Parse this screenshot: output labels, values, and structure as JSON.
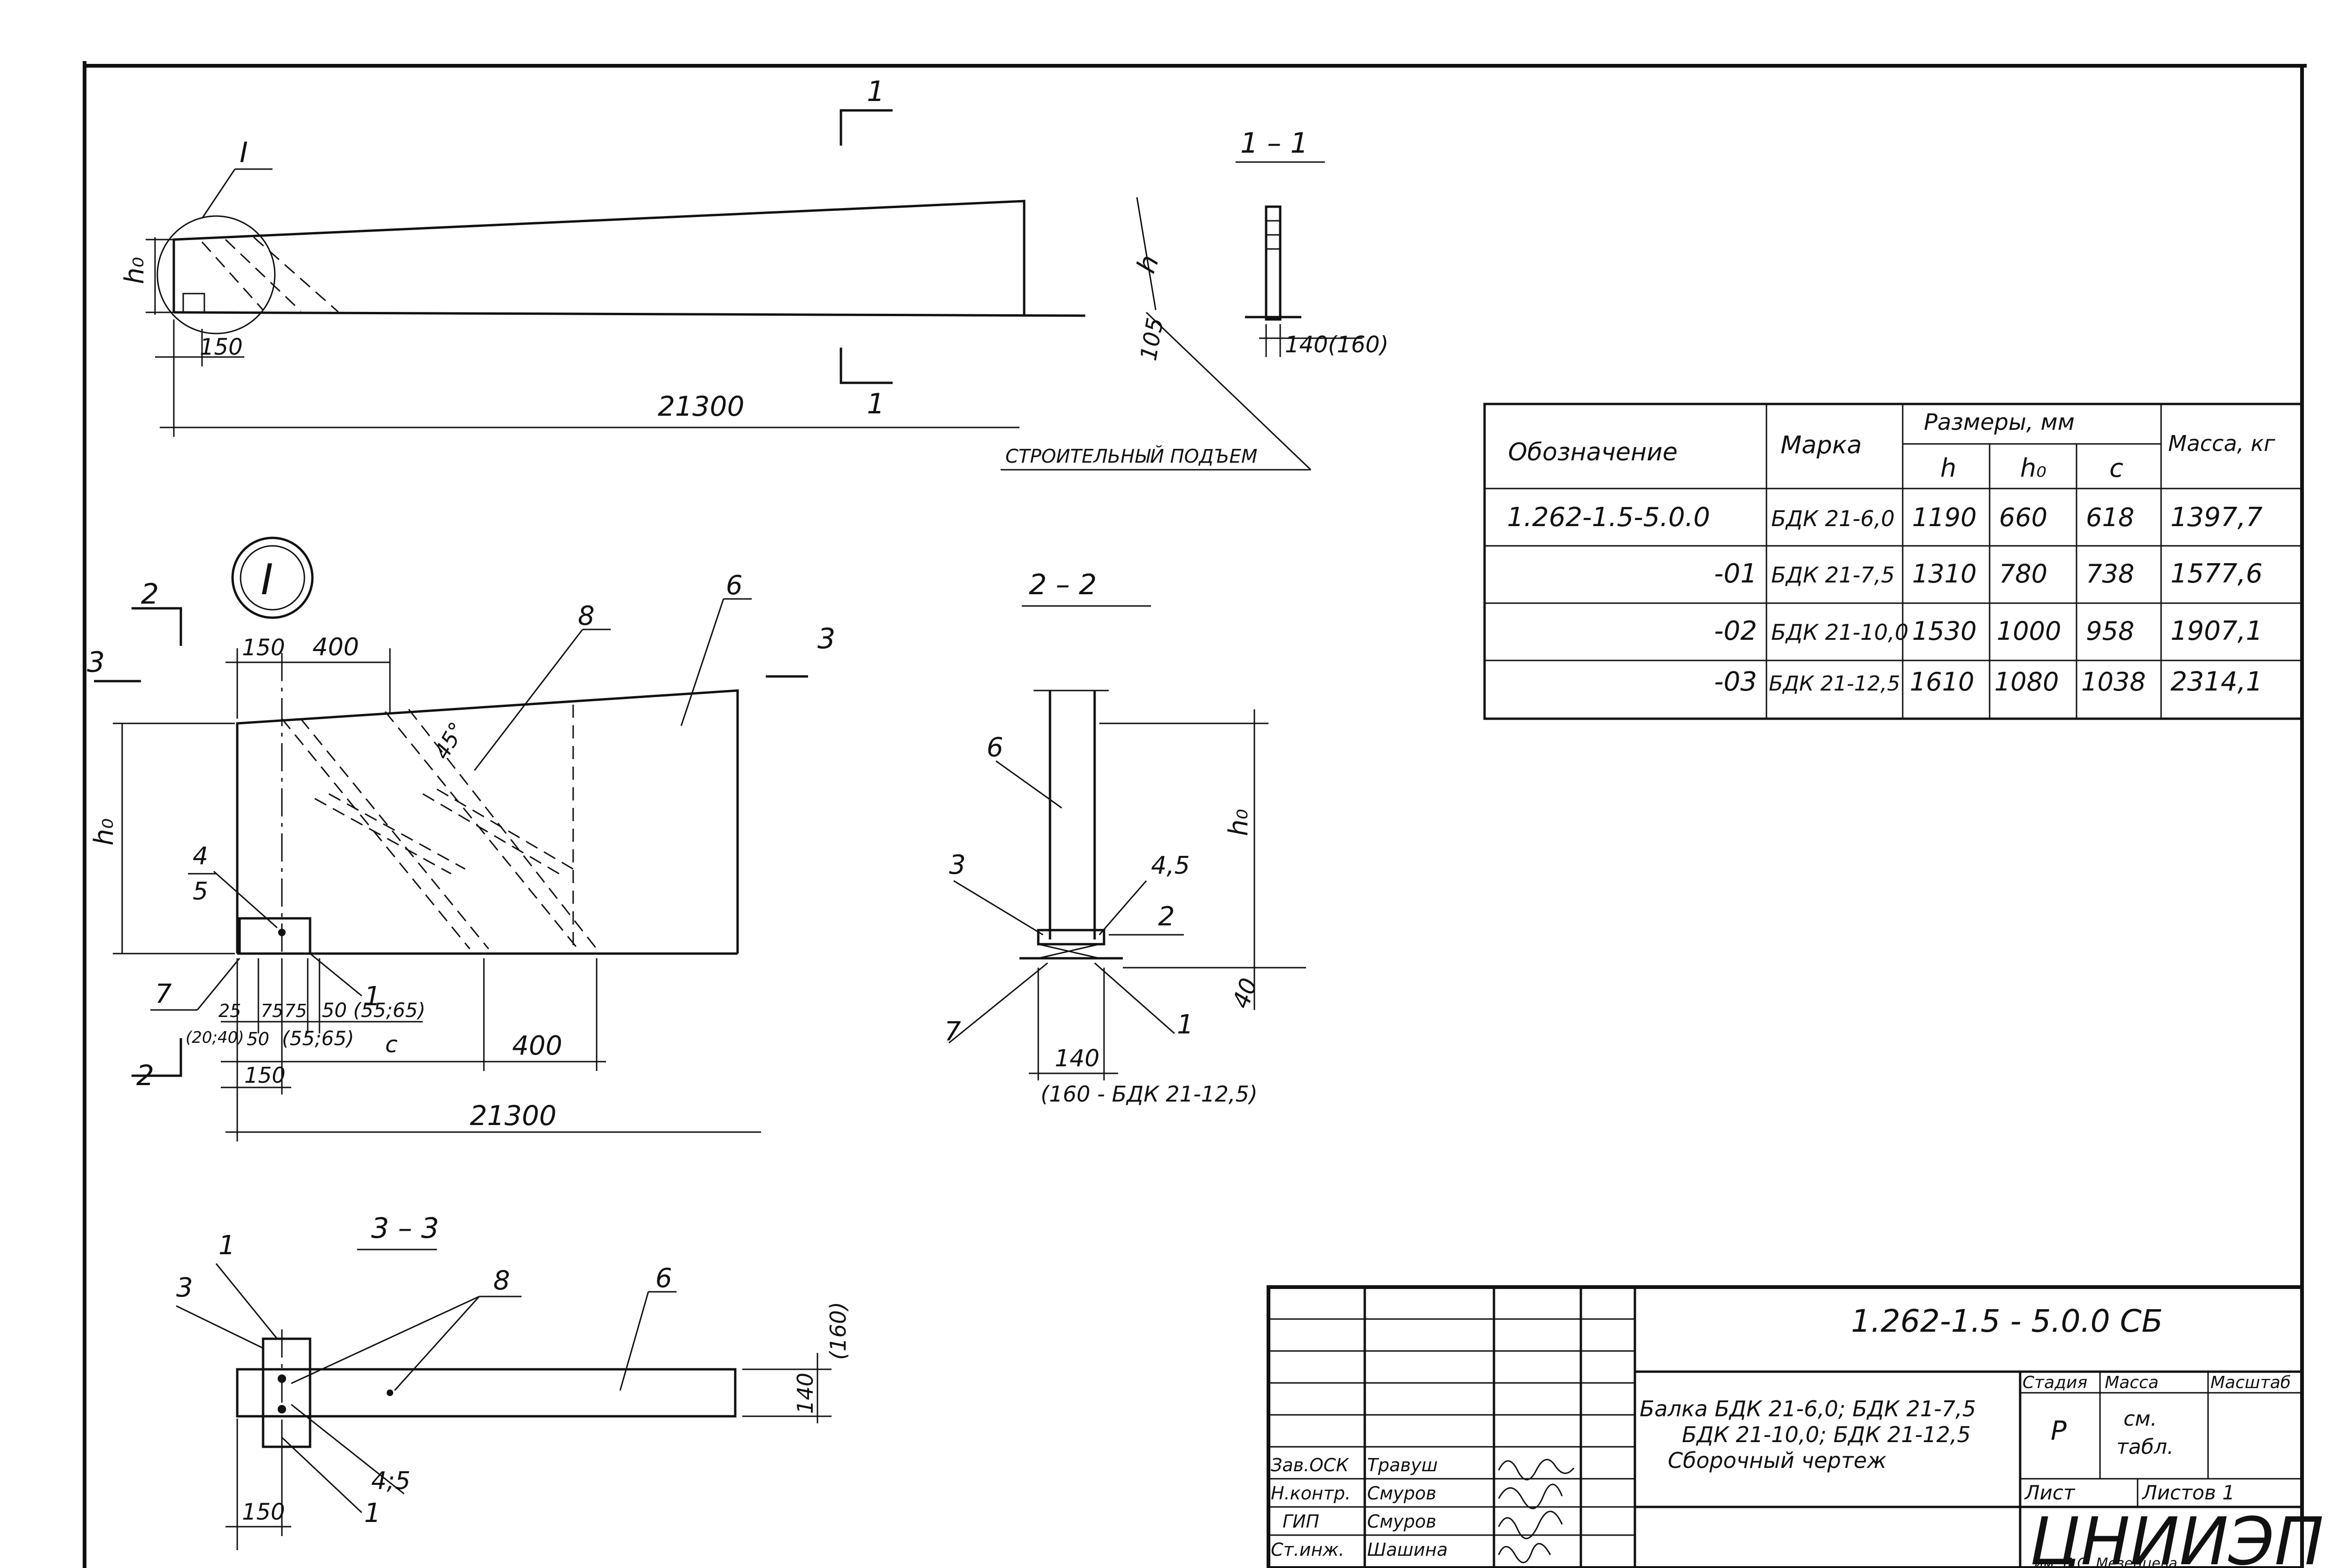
{
  "elevation": {
    "section_mark": "1",
    "callout": "I",
    "dim_ho": "h₀",
    "dim_h": "h",
    "dim_150": "150",
    "dim_105": "105",
    "dim_length": "21300",
    "camber_label": "СТРОИТЕЛЬНЫЙ ПОДЪЕМ"
  },
  "section_1_1": {
    "title": "1 – 1",
    "dim_width": "140(160)"
  },
  "detail_I": {
    "callout": "I",
    "section_mark_2": "2",
    "section_mark_3": "3",
    "dim_150": "150",
    "dim_400_top": "400",
    "dim_ho": "h₀",
    "angle": "45°",
    "label_4": "4",
    "label_5": "5",
    "label_6": "6",
    "label_7": "7",
    "label_8": "8",
    "label_1": "1",
    "bottom_dims": [
      "25",
      "75",
      "75",
      "50 (55;65)"
    ],
    "dim_20_40": "(20;40)",
    "dim_50": "50",
    "dim_55_65": "(55;65)",
    "dim_c": "c",
    "dim_400_bottom": "400",
    "dim_150_bottom": "150",
    "dim_length": "21300"
  },
  "section_2_2": {
    "title": "2 – 2",
    "label_6": "6",
    "label_3": "3",
    "label_45": "4,5",
    "label_2": "2",
    "label_7": "7",
    "label_1": "1",
    "dim_ho": "h₀",
    "dim_40": "40",
    "dim_140": "140",
    "note_160": "(160 - БДК 21-12,5)"
  },
  "section_3_3": {
    "title": "3 – 3",
    "label_1": "1",
    "label_3": "3",
    "label_8": "8",
    "label_6": "6",
    "label_45": "4;5",
    "label_1b": "1",
    "dim_150": "150",
    "dim_140": "140",
    "dim_160": "(160)"
  },
  "table": {
    "h_designation": "Обозначение",
    "h_mark": "Марка",
    "h_sizes": "Размеры, мм",
    "h_mass": "Масса, кг",
    "sub": [
      "h",
      "h₀",
      "c"
    ],
    "rows": [
      {
        "designation": "1.262-1.5-5.0.0",
        "mark": "БДК 21-6,0",
        "h": "1190",
        "ho": "660",
        "c": "618",
        "mass": "1397,7"
      },
      {
        "designation": "-01",
        "mark": "БДК 21-7,5",
        "h": "1310",
        "ho": "780",
        "c": "738",
        "mass": "1577,6"
      },
      {
        "designation": "-02",
        "mark": "БДК 21-10,0",
        "h": "1530",
        "ho": "1000",
        "c": "958",
        "mass": "1907,1"
      },
      {
        "designation": "-03",
        "mark": "БДК 21-12,5",
        "h": "1610",
        "ho": "1080",
        "c": "1038",
        "mass": "2314,1"
      }
    ]
  },
  "title_block": {
    "code": "1.262-1.5 - 5.0.0   СБ",
    "name_line1": "Балка БДК 21-6,0; БДК 21-7,5",
    "name_line2": "БДК 21-10,0; БДК 21-12,5",
    "name_line3": "Сборочный чертеж",
    "h_stage": "Стадия",
    "h_mass": "Масса",
    "h_scale": "Масштаб",
    "stage": "Р",
    "mass1": "см.",
    "mass2": "табл.",
    "sheet": "Лист",
    "sheets": "Листов 1",
    "org": "ЦНИИЭП",
    "org_sub": "им. Б.С. Мезенцева",
    "roles": [
      "Зав.ОСК",
      "Н.контр.",
      "ГИП",
      "Ст.инж."
    ],
    "persons": [
      "Травуш",
      "Смуров",
      "Смуров",
      "Шашина"
    ]
  }
}
